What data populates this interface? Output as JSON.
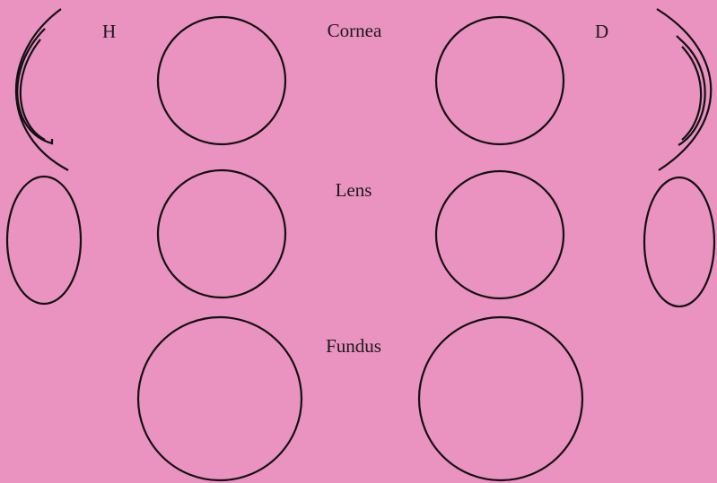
{
  "labels": {
    "left_eye": "H",
    "right_eye": "D",
    "cornea": "Cornea",
    "lens": "Lens",
    "fundus": "Fundus"
  },
  "colors": {
    "background": "#ea92c0",
    "stroke": "#111111"
  }
}
